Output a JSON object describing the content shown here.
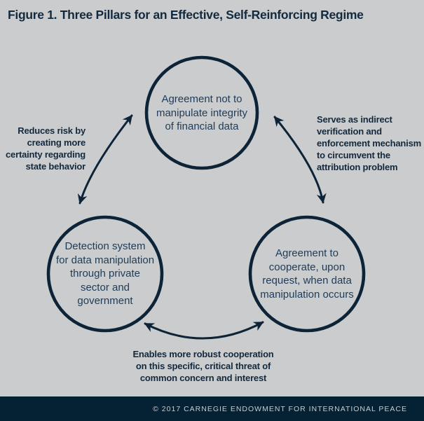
{
  "title": "Figure 1. Three Pillars for an Effective, Self-Reinforcing Regime",
  "colors": {
    "background": "#cbcccd",
    "ink": "#13293e",
    "stroke": "#0d2438",
    "circle_text": "#1e3c59",
    "footer_bg": "#052235",
    "footer_text": "#c6ccd1"
  },
  "circles": {
    "top": {
      "lines": [
        "Agreement not to",
        "manipulate integrity",
        "of financial data"
      ]
    },
    "bottom_left": {
      "lines": [
        "Detection system",
        "for data manipulation",
        "through private",
        "sector and",
        "government"
      ]
    },
    "bottom_right": {
      "lines": [
        "Agreement to",
        "cooperate, upon",
        "request, when data",
        "manipulation occurs"
      ]
    }
  },
  "annotations": {
    "left": {
      "lines": [
        "Reduces risk by",
        "creating more",
        "certainty regarding",
        "state behavior"
      ]
    },
    "right": {
      "lines": [
        "Serves as indirect",
        "verification and",
        "enforcement mechanism",
        "to circumvent the",
        "attribution problem"
      ]
    },
    "bottom": {
      "lines": [
        "Enables more robust cooperation",
        "on this specific, critical threat of",
        "common concern and interest"
      ]
    }
  },
  "footer": {
    "copyright": "© 2017 CARNEGIE ENDOWMENT FOR INTERNATIONAL PEACE"
  }
}
